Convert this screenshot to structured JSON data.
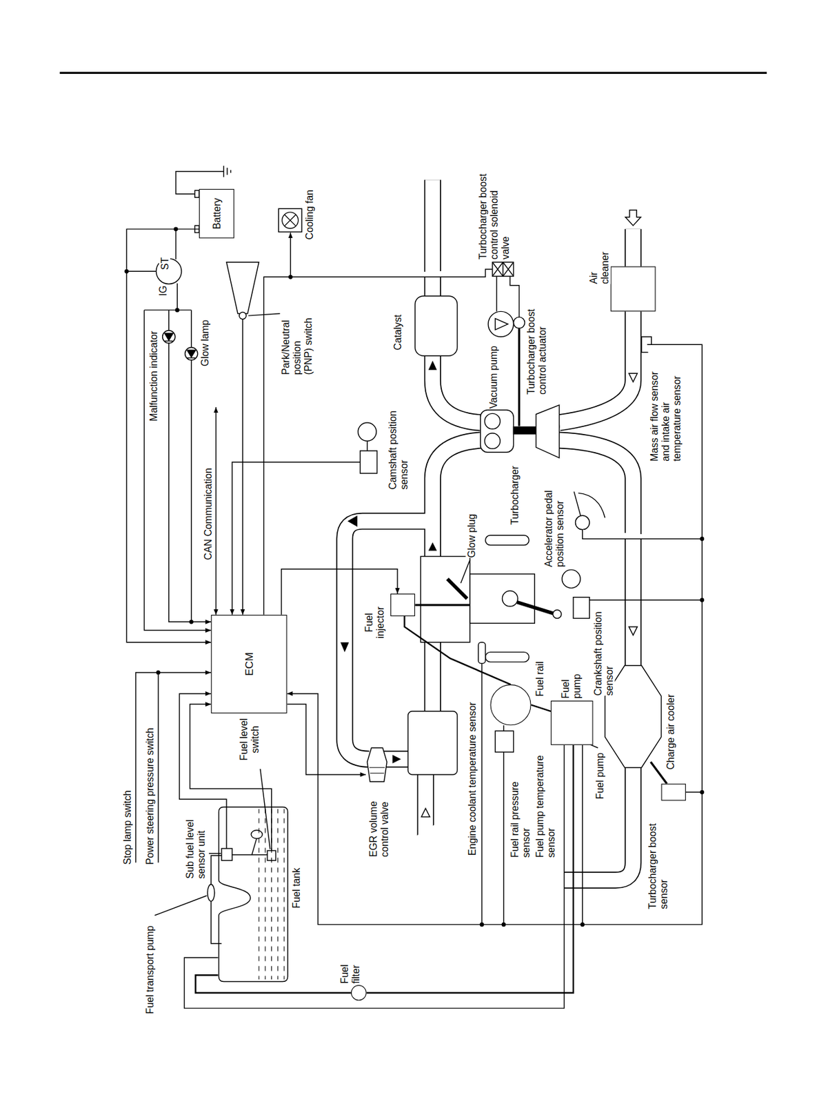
{
  "diagram": {
    "nodes": [
      {
        "text": [
          "ECM"
        ]
      },
      {
        "text": [
          "Battery"
        ]
      },
      {
        "text": [
          "Cooling fan"
        ]
      },
      {
        "text": [
          "Air cleaner"
        ]
      },
      {
        "text": [
          "Charge air cooler"
        ]
      },
      {
        "text": [
          "Fuel rail"
        ]
      },
      {
        "text": [
          "Fuel injector"
        ]
      },
      {
        "text": [
          "EGR volume control valve"
        ]
      },
      {
        "text": [
          "Fuel tank"
        ]
      },
      {
        "text": [
          "Fuel filter"
        ]
      },
      {
        "text": [
          "Turbocharger boost sensor"
        ]
      },
      {
        "text": [
          "Fuel pump"
        ]
      }
    ],
    "edges": [
      {
        "from": 1,
        "to": 0,
        "arrow": "to"
      },
      {
        "from": 0,
        "to": 2,
        "arrow": "to"
      },
      {
        "from": 0,
        "to": 6,
        "arrow": "to"
      },
      {
        "from": 0,
        "to": 7,
        "arrow": "to"
      },
      {
        "from": 10,
        "to": 0,
        "arrow": "to"
      },
      {
        "from": 8,
        "to": 9,
        "arrow": "none"
      },
      {
        "from": 9,
        "to": 11,
        "arrow": "none"
      },
      {
        "from": 11,
        "to": 5,
        "arrow": "none"
      },
      {
        "from": 5,
        "to": 6,
        "arrow": "none"
      }
    ],
    "labels": [
      "Stop lamp switch",
      "Power steering pressure switch",
      "Fuel transport pump",
      "Sub fuel level sensor unit",
      "Fuel level switch",
      "Engine coolant temperature sensor",
      "Fuel rail pressure sensor",
      "Fuel pump temperature sensor",
      "Fuel pump",
      "Turbocharger",
      "Crankshaft position sensor",
      "Accelerator pedal position sensor",
      "Mass air flow sensor and intake air temperature sensor",
      "Glow plug",
      "Camshaft position sensor",
      "CAN Communication",
      "Malfunction indicator",
      "Glow lamp",
      "IG",
      "ST",
      "Park/Neutral position (PNP) switch",
      "Catalyst",
      "Vacuum pump",
      "Turbocharger boost control solenoid valve",
      "Turbocharger boost control actuator"
    ]
  }
}
